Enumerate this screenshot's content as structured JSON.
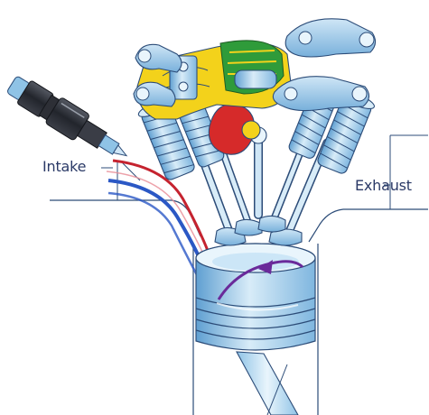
{
  "labels": {
    "intake": "Intake",
    "exhaust": "Exhaust"
  },
  "colors": {
    "background": "#ffffff",
    "label_text": "#2b3a67",
    "metal_blue": "#8fc3e6",
    "metal_light": "#d8ecf8",
    "metal_outline": "#2c4c78",
    "cam_yellow": "#f3d21b",
    "cam_green": "#2f9b3a",
    "cam_red": "#d62a2a",
    "intake_flow_blue": "#2b58c5",
    "intake_flow_red": "#c5232f",
    "exhaust_flow_purple": "#6a2a9a",
    "injector_dark": "#2d2f36"
  },
  "parts": [
    "fuel-injector",
    "camshaft-assembly",
    "rocker-arms",
    "valve-springs",
    "intake-port",
    "exhaust-port",
    "combustion-chamber",
    "piston",
    "connecting-rod"
  ]
}
